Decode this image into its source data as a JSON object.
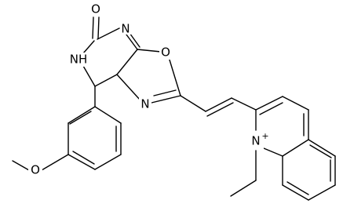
{
  "atoms": {
    "carbonyl_o": "O",
    "n_imine_top": "N",
    "nh": "NH",
    "o_ring": "O",
    "n_ring": "N",
    "n_quinolinium": "N",
    "n_charge": "+",
    "o_methoxy": "O"
  }
}
